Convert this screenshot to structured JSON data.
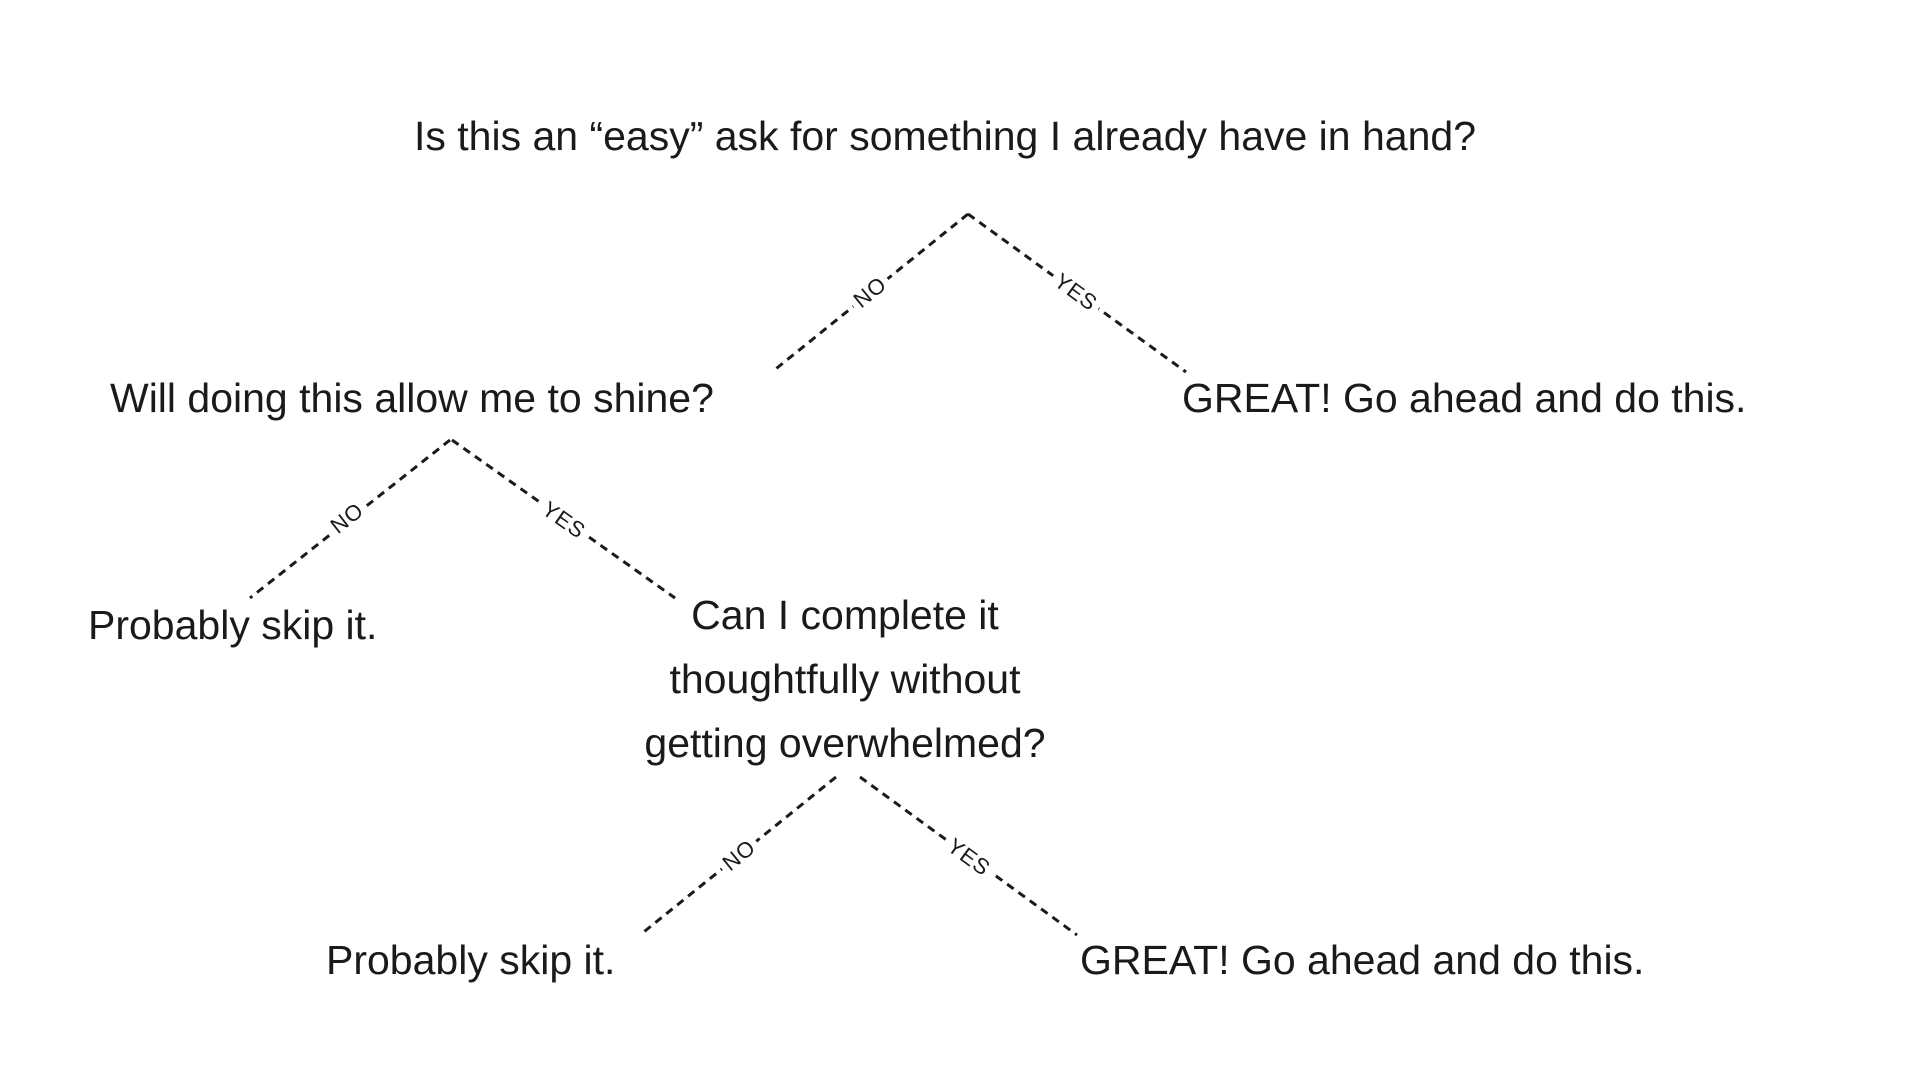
{
  "nodes": {
    "q1": "Is this an “easy” ask for something I already have in hand?",
    "q2": "Will doing this allow me to shine?",
    "a1": "GREAT! Go ahead and do this.",
    "a2": "Probably skip it.",
    "q3_lines": [
      "Can I complete it",
      "thoughtfully without",
      "getting overwhelmed?"
    ],
    "a3": "Probably skip it.",
    "a4": "GREAT! Go ahead and do this."
  },
  "edges": {
    "q1_no": "NO",
    "q1_yes": "YES",
    "q2_no": "NO",
    "q2_yes": "YES",
    "q3_no": "NO",
    "q3_yes": "YES"
  },
  "colors": {
    "background": "#ffffff",
    "ink": "#1a1a1a"
  }
}
